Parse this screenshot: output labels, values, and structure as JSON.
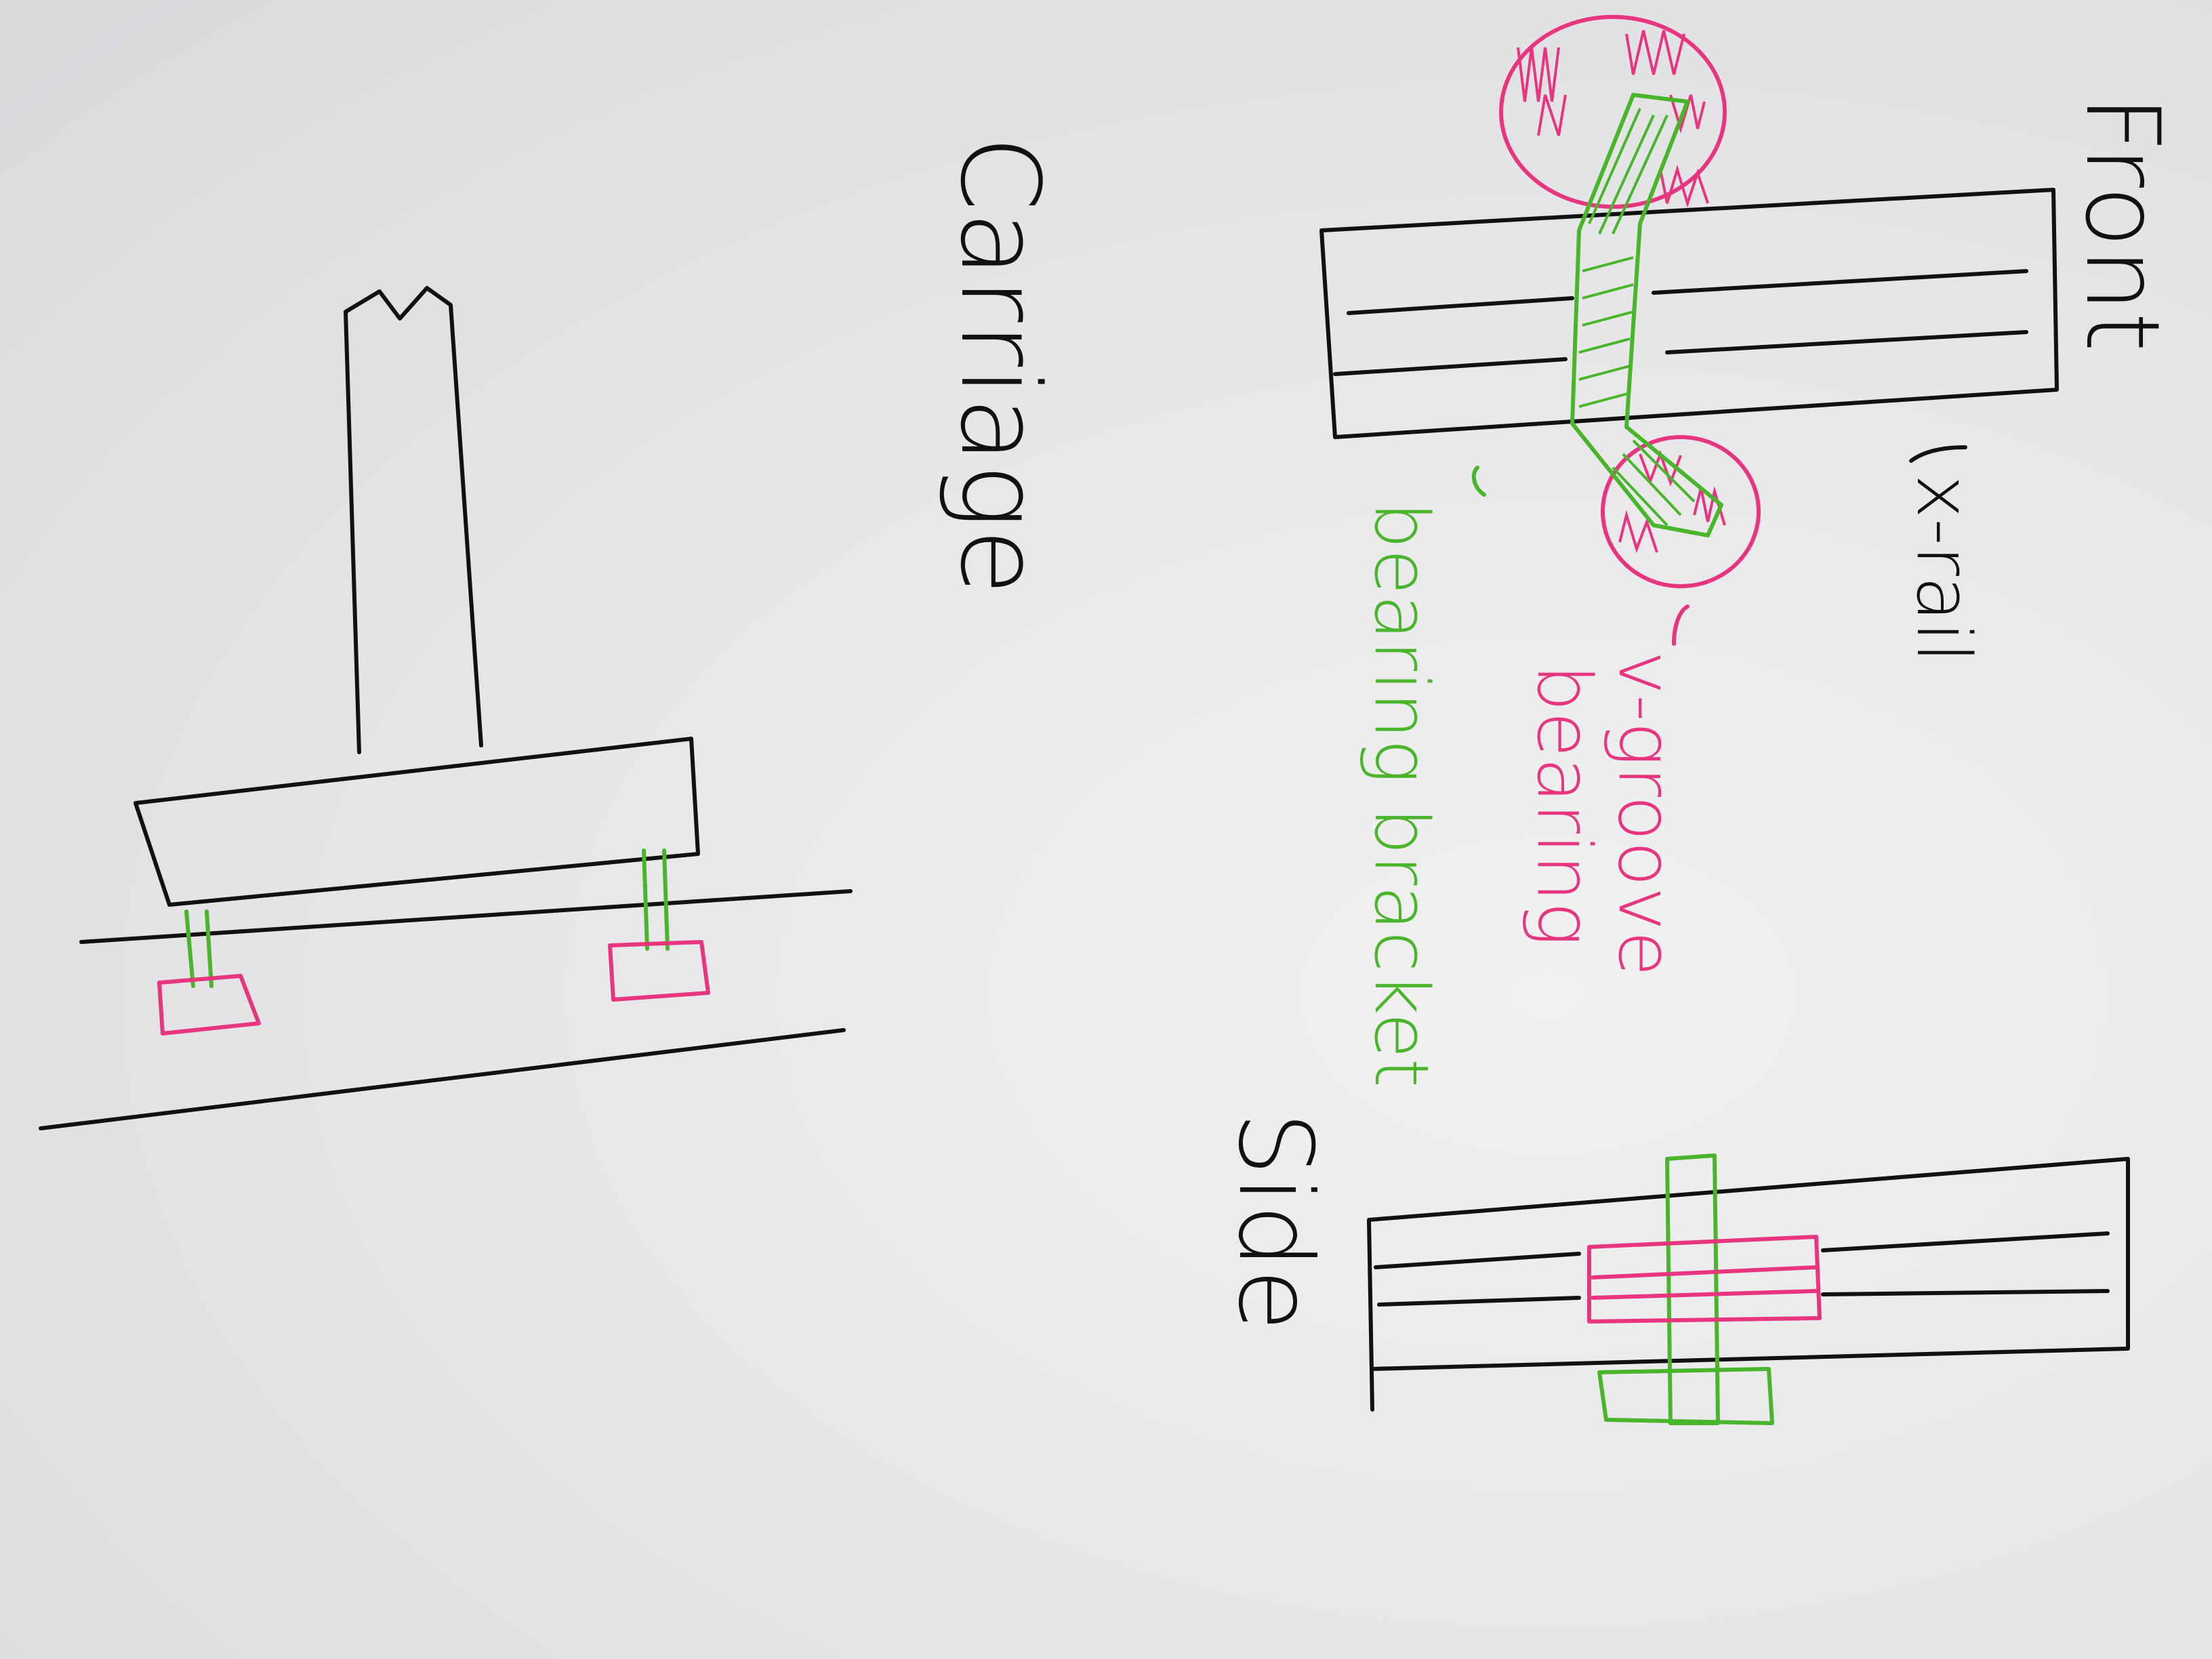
{
  "labels": {
    "front": "Front",
    "x_rail": "x-rail",
    "v_groove_bearing_line1": "v-groove",
    "v_groove_bearing_line2": "bearing",
    "bearing_bracket": "bearing bracket",
    "carriage": "Carriage",
    "side": "Side"
  },
  "colors": {
    "ink_black": "#111111",
    "ink_pink": "#e8357f",
    "ink_green": "#49b52b",
    "paper": "#e9e9e9"
  }
}
